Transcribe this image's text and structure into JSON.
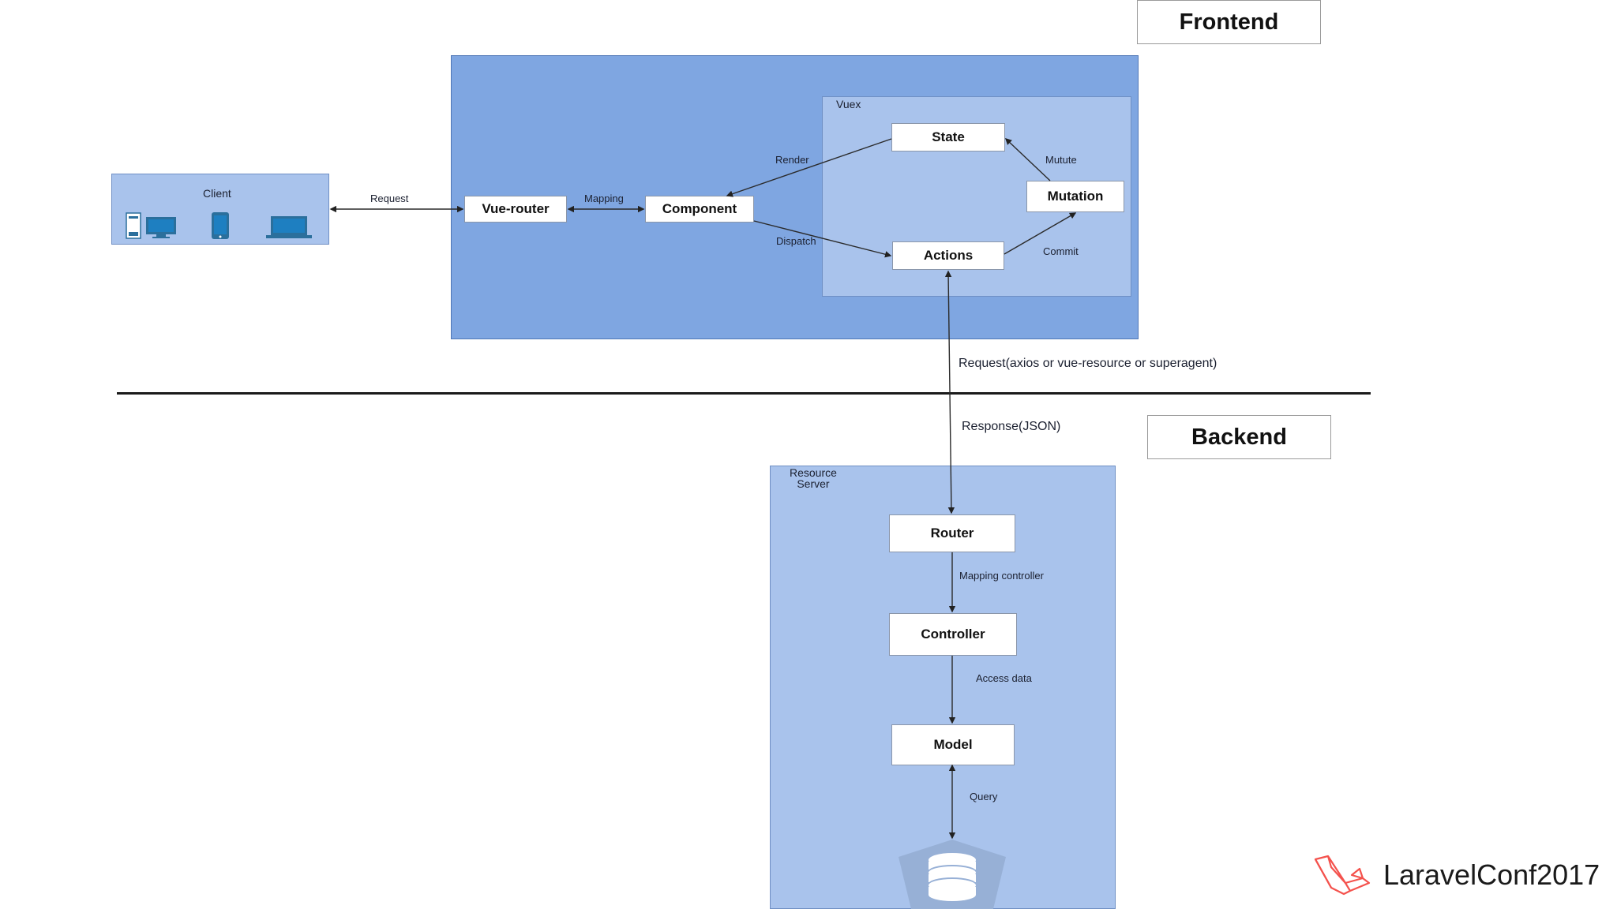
{
  "regions": {
    "frontend": "Frontend",
    "backend": "Backend"
  },
  "panels": {
    "client": "Client",
    "vuex": "Vuex",
    "resource_server": [
      "Resource",
      "Server"
    ]
  },
  "nodes": {
    "vue_router": "Vue-router",
    "component": "Component",
    "state": "State",
    "mutation": "Mutation",
    "actions": "Actions",
    "router": "Router",
    "controller": "Controller",
    "model": "Model"
  },
  "edges": {
    "request": "Request",
    "mapping": "Mapping",
    "render": "Render",
    "dispatch": "Dispatch",
    "mutute": "Mutute",
    "commit": "Commit",
    "api_request": "Request(axios or vue-resource or superagent)",
    "api_response": "Response(JSON)",
    "mapping_controller": "Mapping controller",
    "access_data": "Access data",
    "query": "Query"
  },
  "brand": {
    "name": "LaravelConf2017",
    "logo_icon": "laravel-logo-icon",
    "color": "#f4524d"
  },
  "colors": {
    "frontend_panel": "#7fa6e1",
    "inner_panel": "#a9c3ec",
    "node_fill": "#ffffff"
  }
}
